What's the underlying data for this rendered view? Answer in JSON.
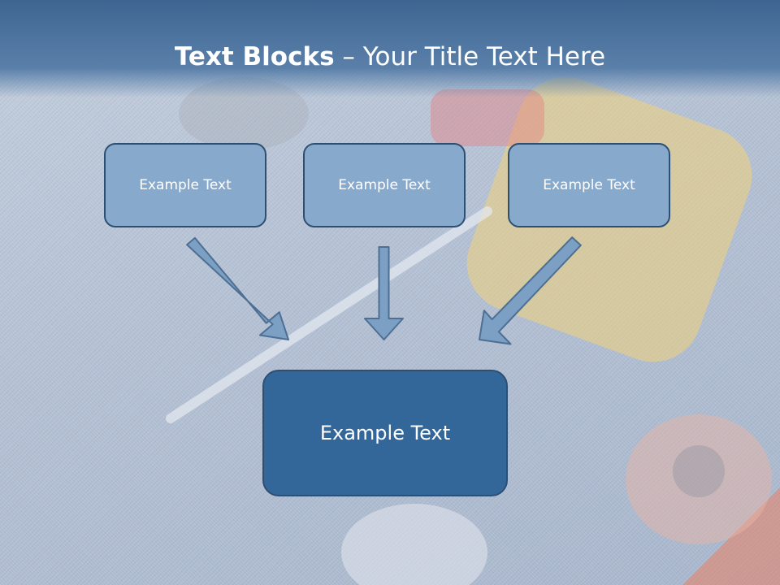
{
  "title": {
    "bold": "Text Blocks",
    "separator": " – ",
    "rest": "Your Title Text Here"
  },
  "top_boxes": [
    {
      "label": "Example Text"
    },
    {
      "label": "Example Text"
    },
    {
      "label": "Example Text"
    }
  ],
  "bottom_box": {
    "label": "Example Text"
  },
  "colors": {
    "title_band": "#3d6590",
    "small_box_fill": "#87a9cc",
    "large_box_fill": "#336699",
    "box_border": "#2d4f73",
    "arrow_fill": "#7c9fc4"
  },
  "icons": [
    "arrow-down-right",
    "arrow-down",
    "arrow-down-left"
  ]
}
